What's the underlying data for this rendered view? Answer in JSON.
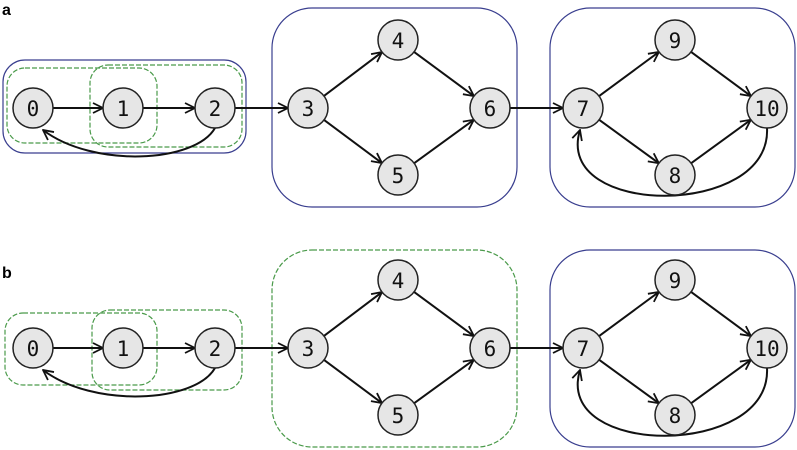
{
  "panels": [
    {
      "label": "a",
      "clusters": [
        {
          "nodes": [
            "0",
            "1",
            "2"
          ],
          "style": "blue"
        },
        {
          "nodes": [
            "0",
            "1"
          ],
          "style": "green"
        },
        {
          "nodes": [
            "1",
            "2"
          ],
          "style": "green"
        },
        {
          "nodes": [
            "3",
            "4",
            "5",
            "6"
          ],
          "style": "blue"
        },
        {
          "nodes": [
            "7",
            "8",
            "9",
            "10"
          ],
          "style": "blue"
        }
      ]
    },
    {
      "label": "b",
      "clusters": [
        {
          "nodes": [
            "0",
            "1"
          ],
          "style": "green"
        },
        {
          "nodes": [
            "1",
            "2"
          ],
          "style": "green"
        },
        {
          "nodes": [
            "3",
            "4",
            "5",
            "6"
          ],
          "style": "green"
        },
        {
          "nodes": [
            "7",
            "8",
            "9",
            "10"
          ],
          "style": "blue"
        }
      ]
    }
  ],
  "nodes": [
    "0",
    "1",
    "2",
    "3",
    "4",
    "5",
    "6",
    "7",
    "8",
    "9",
    "10"
  ],
  "edges": [
    [
      "0",
      "1"
    ],
    [
      "1",
      "2"
    ],
    [
      "2",
      "0"
    ],
    [
      "2",
      "3"
    ],
    [
      "3",
      "4"
    ],
    [
      "3",
      "5"
    ],
    [
      "4",
      "6"
    ],
    [
      "5",
      "6"
    ],
    [
      "6",
      "7"
    ],
    [
      "7",
      "9"
    ],
    [
      "7",
      "8"
    ],
    [
      "9",
      "10"
    ],
    [
      "8",
      "10"
    ],
    [
      "10",
      "7"
    ]
  ],
  "colors": {
    "blue": "#3a3f8f",
    "green": "#4a9a4a",
    "node_fill": "#e6e6e6"
  }
}
